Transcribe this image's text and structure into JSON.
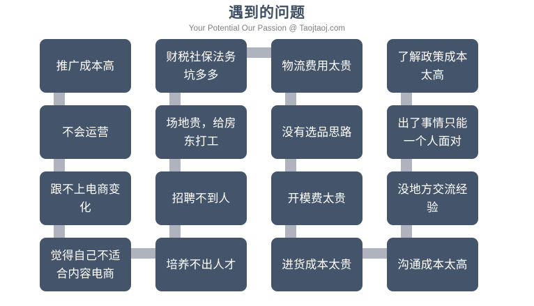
{
  "header": {
    "title": "遇到的问题",
    "subtitle": "Your Potential Our Passion @ Taojtaoj.com",
    "title_color": "#3E4E63",
    "subtitle_color": "#7F7F7F"
  },
  "theme": {
    "node_fill": "#44546A",
    "node_text": "#FFFFFF",
    "connector": "#AEB3BD",
    "background": "#FFFFFF"
  },
  "diagram": {
    "type": "grid-of-boxes",
    "columns": 4,
    "rows": 4,
    "columns_data": [
      {
        "index": 1,
        "items": [
          {
            "id": "c1r1",
            "label": "推广成本高"
          },
          {
            "id": "c1r2",
            "label": "不会运营"
          },
          {
            "id": "c1r3",
            "label": "跟不上电商变化"
          },
          {
            "id": "c1r4",
            "label": "觉得自己不适合内容电商"
          }
        ]
      },
      {
        "index": 2,
        "items": [
          {
            "id": "c2r1",
            "label": "财税社保法务坑多多"
          },
          {
            "id": "c2r2",
            "label": "场地贵，给房东打工"
          },
          {
            "id": "c2r3",
            "label": "招聘不到人"
          },
          {
            "id": "c2r4",
            "label": "培养不出人才"
          }
        ]
      },
      {
        "index": 3,
        "items": [
          {
            "id": "c3r1",
            "label": "物流费用太贵"
          },
          {
            "id": "c3r2",
            "label": "没有选品思路"
          },
          {
            "id": "c3r3",
            "label": "开模费太贵"
          },
          {
            "id": "c3r4",
            "label": "进货成本太贵"
          }
        ]
      },
      {
        "index": 4,
        "items": [
          {
            "id": "c4r1",
            "label": "了解政策成本太高"
          },
          {
            "id": "c4r2",
            "label": "出了事情只能一个人面对"
          },
          {
            "id": "c4r3",
            "label": "没地方交流经验"
          },
          {
            "id": "c4r4",
            "label": "沟通成本太高"
          }
        ]
      }
    ],
    "connectors": {
      "vertical_count": 12,
      "horizontal": [
        {
          "from": "c2r1",
          "to": "c3r1"
        },
        {
          "from": "c1r4",
          "to": "c2r4"
        },
        {
          "from": "c3r4",
          "to": "c4r4"
        }
      ]
    }
  }
}
